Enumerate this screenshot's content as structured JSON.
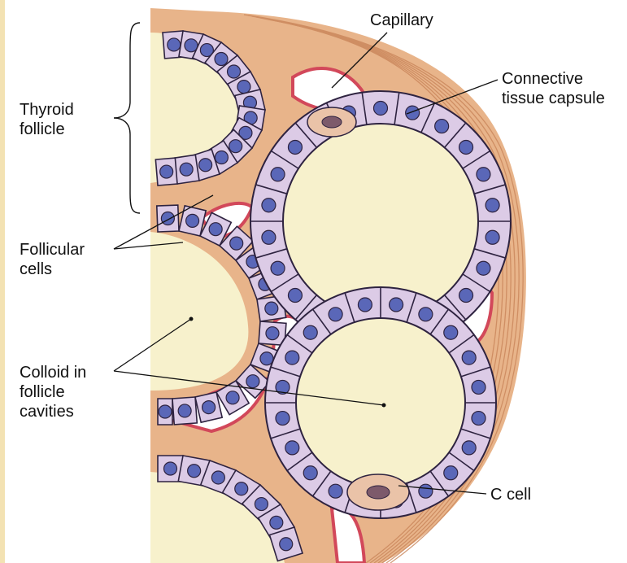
{
  "labels": {
    "capillary": "Capillary",
    "connective_tissue_capsule": [
      "Connective",
      "tissue capsule"
    ],
    "thyroid_follicle": [
      "Thyroid",
      "follicle"
    ],
    "follicular_cells": [
      "Follicular",
      "cells"
    ],
    "colloid_in_follicle_cavities": [
      "Colloid in",
      "follicle",
      "cavities"
    ],
    "c_cell": "C cell"
  },
  "colors": {
    "page_background": "#f3e2b3",
    "illustration_background": "#ffffff",
    "connective_tissue": "#e8b48a",
    "capsule_fiber": "#c9855a",
    "capillary_wall": "#d2485a",
    "cell_cytoplasm": "#dccbe6",
    "cell_outline": "#2e2340",
    "nucleus": "#5a67b8",
    "colloid": "#f7f1cc"
  }
}
